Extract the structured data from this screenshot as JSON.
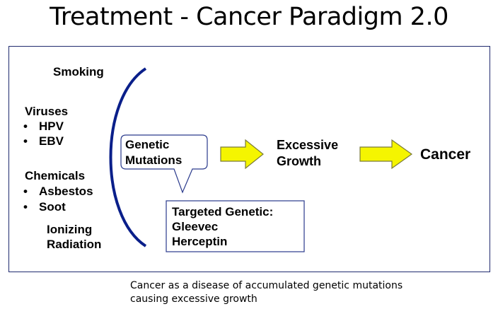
{
  "title": "Treatment - Cancer Paradigm 2.0",
  "causes": {
    "smoking": "Smoking",
    "viruses": {
      "heading": "Viruses",
      "items": [
        "HPV",
        "EBV"
      ]
    },
    "chemicals": {
      "heading": "Chemicals",
      "items": [
        "Asbestos",
        "Soot"
      ]
    },
    "ionizing": [
      "Ionizing",
      "Radiation"
    ]
  },
  "bullet_char": "•",
  "flow": {
    "genetic_mutations": [
      "Genetic",
      "Mutations"
    ],
    "excessive_growth": [
      "Excessive",
      "Growth"
    ],
    "cancer": "Cancer"
  },
  "treatment_box": [
    "Targeted Genetic:",
    "Gleevec",
    "Herceptin"
  ],
  "caption": [
    "Cancer as a disease of accumulated genetic mutations",
    "causing excessive growth"
  ],
  "colors": {
    "bracket": "#0a1f8a",
    "arrow_fill": "#f5f500",
    "arrow_stroke": "#7a7a3a",
    "callout_border": "#2a3a8c",
    "frame_border": "#1f2a6e"
  }
}
